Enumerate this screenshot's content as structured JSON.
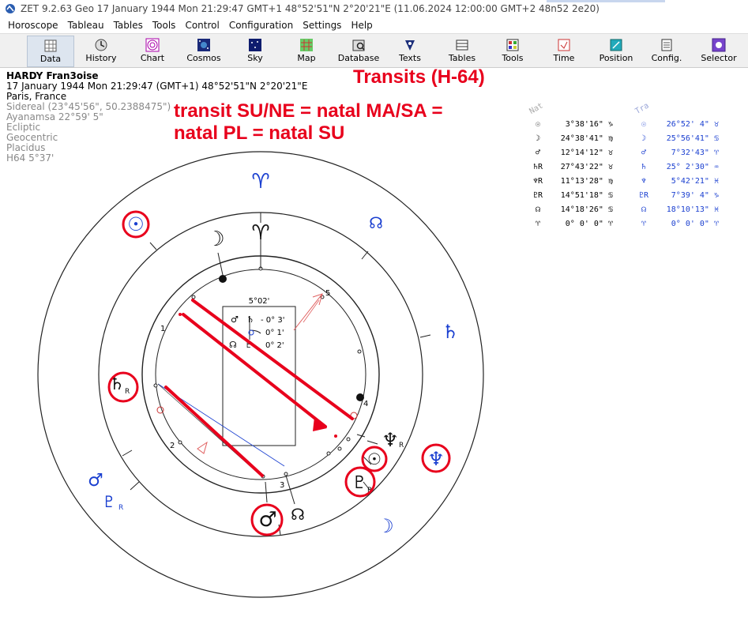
{
  "window": {
    "title": "ZET 9.2.63 Geo    17 January 1944  Mon  21:29:47 GMT+1 48°52'51\"N  2°20'21\"E  (11.06.2024  12:00:00 GMT+2 48n52 2e20)"
  },
  "menu": [
    "Horoscope",
    "Tableau",
    "Tables",
    "Tools",
    "Control",
    "Configuration",
    "Settings",
    "Help"
  ],
  "toolbar": [
    {
      "label": "Data",
      "icon": "data-icon",
      "active": true
    },
    {
      "label": "History",
      "icon": "history-icon"
    },
    {
      "label": "Chart",
      "icon": "chart-icon"
    },
    {
      "label": "Cosmos",
      "icon": "cosmos-icon"
    },
    {
      "label": "Sky",
      "icon": "sky-icon"
    },
    {
      "label": "Map",
      "icon": "map-icon"
    },
    {
      "label": "Database",
      "icon": "database-icon"
    },
    {
      "label": "Texts",
      "icon": "texts-icon"
    },
    {
      "label": "Tables",
      "icon": "tables-icon"
    },
    {
      "label": "Tools",
      "icon": "tools-icon"
    },
    {
      "label": "Time",
      "icon": "time-icon"
    },
    {
      "label": "Position",
      "icon": "position-icon"
    },
    {
      "label": "Config.",
      "icon": "config-icon"
    },
    {
      "label": "Selector",
      "icon": "selector-icon"
    }
  ],
  "person": {
    "name": "HARDY Fran3oise",
    "datetime": "17 January 1944  Mon  21:29:47 (GMT+1) 48°52'51\"N  2°20'21\"E",
    "place": "Paris, France",
    "settings": [
      "Sidereal (23°45'56\", 50.2388475\")",
      "Ayanamsa 22°59' 5\"",
      "Ecliptic",
      "Geocentric",
      "Placidus",
      "H64   5°37'"
    ]
  },
  "annotations": {
    "title": "Transits (H-64)",
    "line1": "transit SU/NE = natal MA/SA =",
    "line2": "natal PL = natal SU"
  },
  "center_box": {
    "angle": "5°02'",
    "rows": [
      {
        "g1": "♂",
        "g2": "♄",
        "value": "- 0° 3'"
      },
      {
        "g1": "",
        "g2": "",
        "value": "0° 1'"
      },
      {
        "g1": "☊",
        "g2": "♇",
        "value": "0° 2'"
      }
    ]
  },
  "house_numbers": [
    "1",
    "2",
    "3",
    "4",
    "5"
  ],
  "positions": {
    "natal_header": "Nat",
    "transit_header": "Tra",
    "rows": [
      {
        "natal_glyph": "☉",
        "natal_value": " 3°38'16\" ♑",
        "transit_glyph": "☉",
        "transit_value": "26°52' 4\" ♉"
      },
      {
        "natal_glyph": "☽",
        "natal_value": "24°38'41\" ♍",
        "transit_glyph": "☽",
        "transit_value": "25°56'41\" ♋"
      },
      {
        "natal_glyph": "♂",
        "natal_value": "12°14'12\" ♉",
        "transit_glyph": "♂",
        "transit_value": " 7°32'43\" ♈"
      },
      {
        "natal_glyph": "♄R",
        "natal_value": "27°43'22\" ♉",
        "transit_glyph": "♄",
        "transit_value": "25° 2'30\" ♒"
      },
      {
        "natal_glyph": "♆R",
        "natal_value": "11°13'28\" ♍",
        "transit_glyph": "♆",
        "transit_value": " 5°42'21\" ♓"
      },
      {
        "natal_glyph": "♇R",
        "natal_value": "14°51'18\" ♋",
        "transit_glyph": "♇R",
        "transit_value": " 7°39' 4\" ♑"
      },
      {
        "natal_glyph": "☊",
        "natal_value": "14°18'26\" ♋",
        "transit_glyph": "☊",
        "transit_value": "18°10'13\" ♓"
      },
      {
        "natal_glyph": "♈",
        "natal_value": " 0° 0' 0\" ♈",
        "transit_glyph": "♈",
        "transit_value": " 0° 0' 0\" ♈"
      }
    ]
  },
  "wheel": {
    "aries_symbol": "♈",
    "natal_planets": [
      {
        "glyph": "☽"
      },
      {
        "glyph": "♈"
      },
      {
        "glyph": "♄",
        "retro": "R"
      },
      {
        "glyph": "♂"
      },
      {
        "glyph": "☊"
      },
      {
        "glyph": "☉"
      },
      {
        "glyph": "♆",
        "retro": "R"
      },
      {
        "glyph": "♇",
        "retro": "R"
      }
    ],
    "transit_planets": [
      {
        "glyph": "♈"
      },
      {
        "glyph": "☉"
      },
      {
        "glyph": "☊"
      },
      {
        "glyph": "♄"
      },
      {
        "glyph": "♂"
      },
      {
        "glyph": "♇",
        "retro": "R"
      },
      {
        "glyph": "♆"
      },
      {
        "glyph": "☽"
      }
    ]
  },
  "colors": {
    "annotation_red": "#e8001c",
    "transit_blue": "#1a3fd0",
    "aspect_red": "#e8001c"
  }
}
